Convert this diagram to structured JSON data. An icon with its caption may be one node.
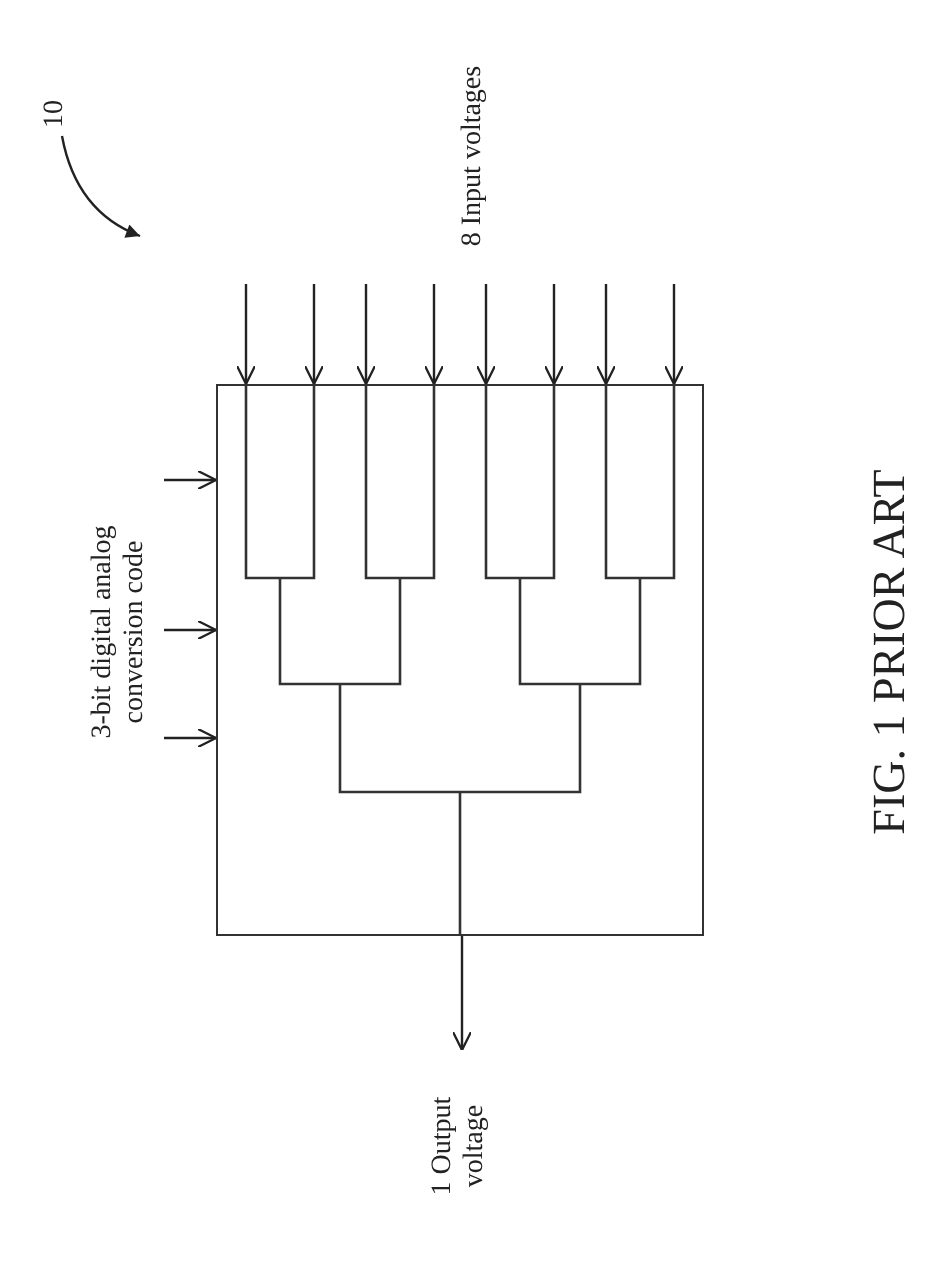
{
  "diagram": {
    "caption": "FIG. 1 PRIOR ART",
    "nodes": [
      {
        "text": [
          "10"
        ]
      },
      {
        "text": [],
        "shape": "box"
      }
    ],
    "edges": [
      {
        "from": 0,
        "to": null,
        "arrow": "to"
      },
      {
        "from": null,
        "to": 1,
        "arrow": "to"
      },
      {
        "from": null,
        "to": 1,
        "arrow": "to"
      },
      {
        "from": null,
        "to": 1,
        "arrow": "to"
      },
      {
        "from": null,
        "to": 1,
        "arrow": "to"
      },
      {
        "from": null,
        "to": 1,
        "arrow": "to"
      },
      {
        "from": null,
        "to": 1,
        "arrow": "to"
      },
      {
        "from": null,
        "to": 1,
        "arrow": "to"
      },
      {
        "from": null,
        "to": 1,
        "arrow": "to"
      },
      {
        "from": null,
        "to": 1,
        "arrow": "to"
      },
      {
        "from": null,
        "to": 1,
        "arrow": "to"
      },
      {
        "from": null,
        "to": 1,
        "arrow": "to"
      },
      {
        "from": 1,
        "to": null,
        "arrow": "to"
      }
    ],
    "labels": [
      "8 Input voltages",
      "3-bit digital analog conversion code",
      "1 Output voltage"
    ]
  }
}
